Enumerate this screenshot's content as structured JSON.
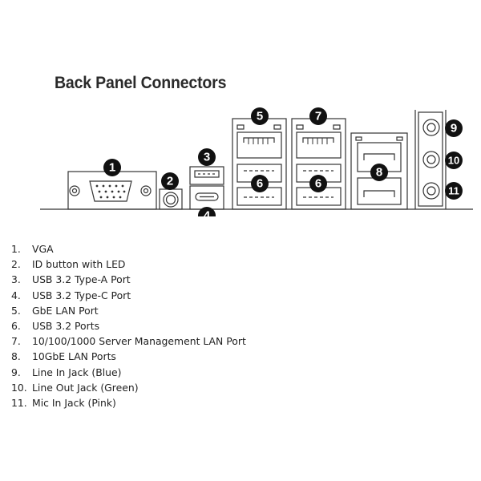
{
  "title": "Back Panel Connectors",
  "legend": [
    {
      "num": "1.",
      "label": "VGA"
    },
    {
      "num": "2.",
      "label": "ID button with LED"
    },
    {
      "num": "3.",
      "label": "USB 3.2 Type-A Port"
    },
    {
      "num": "4.",
      "label": "USB 3.2 Type-C Port"
    },
    {
      "num": "5.",
      "label": "GbE LAN Port"
    },
    {
      "num": "6.",
      "label": "USB 3.2 Ports"
    },
    {
      "num": "7.",
      "label": "10/100/1000 Server Management LAN Port"
    },
    {
      "num": "8.",
      "label": "10GbE LAN Ports"
    },
    {
      "num": "9.",
      "label": "Line In Jack (Blue)"
    },
    {
      "num": "10.",
      "label": "Line Out Jack (Green)"
    },
    {
      "num": "11.",
      "label": "Mic In Jack (Pink)"
    }
  ],
  "callouts": {
    "vga": "1",
    "id_button": "2",
    "usb_a": "3",
    "usb_c": "4",
    "gbe_lan": "5",
    "usb_ports_left": "6",
    "usb_ports_right": "6",
    "mgmt_lan": "7",
    "tengbe_lan": "8",
    "line_in": "9",
    "line_out": "10",
    "mic_in": "11"
  }
}
